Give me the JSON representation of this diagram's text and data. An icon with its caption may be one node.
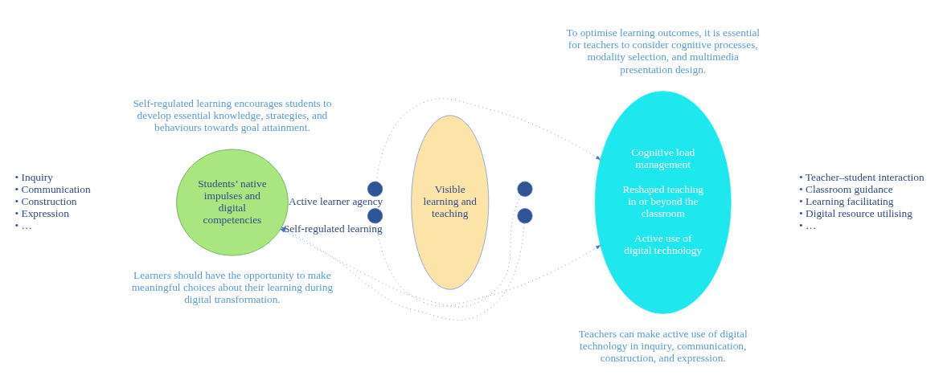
{
  "diagram": {
    "nodes": [
      {
        "text": [
          "Students’ native impulses and digital competencies"
        ]
      },
      {
        "text": [],
        "shape": "circle",
        "beside": [
          "Active learner agency"
        ]
      },
      {
        "text": [],
        "shape": "circle",
        "beside": [
          "Self-regulated learning"
        ]
      },
      {
        "text": [
          "Visible learning and teaching"
        ]
      },
      {
        "text": [
          "Cognitive load management",
          "Reshaped teaching in or beyond the classroom",
          "Active use of digital technology"
        ]
      },
      {
        "text": [],
        "shape": "circle"
      },
      {
        "text": [],
        "shape": "circle"
      }
    ],
    "edges": [
      {
        "from": 1,
        "to": 4,
        "arrow": "to",
        "style": "dashed"
      },
      {
        "from": 5,
        "to": 0,
        "arrow": "to",
        "style": "dashed"
      },
      {
        "from": 2,
        "to": 4,
        "arrow": "to",
        "style": "dashed"
      },
      {
        "from": 6,
        "to": 0,
        "arrow": "to",
        "style": "dashed"
      }
    ],
    "labels": [
      "Self-regulated learning encourages students to develop essential knowledge, strategies, and behaviours towards goal attainment.",
      "To optimise learning outcomes, it is essential for teachers to consider cognitive processes, modality selection, and multimedia presentation design.",
      "• Inquiry",
      "• Communication",
      "• Construction",
      "• Expression",
      "• …",
      "• Teacher–student interaction",
      "• Classroom guidance",
      "• Learning facilitating",
      "• Digital resource utilising",
      "• …",
      "Learners should have the opportunity to make meaningful choices about their learning during digital transformation.",
      "Teachers can make active use of digital technology in inquiry, communication, construction, and expression."
    ]
  }
}
